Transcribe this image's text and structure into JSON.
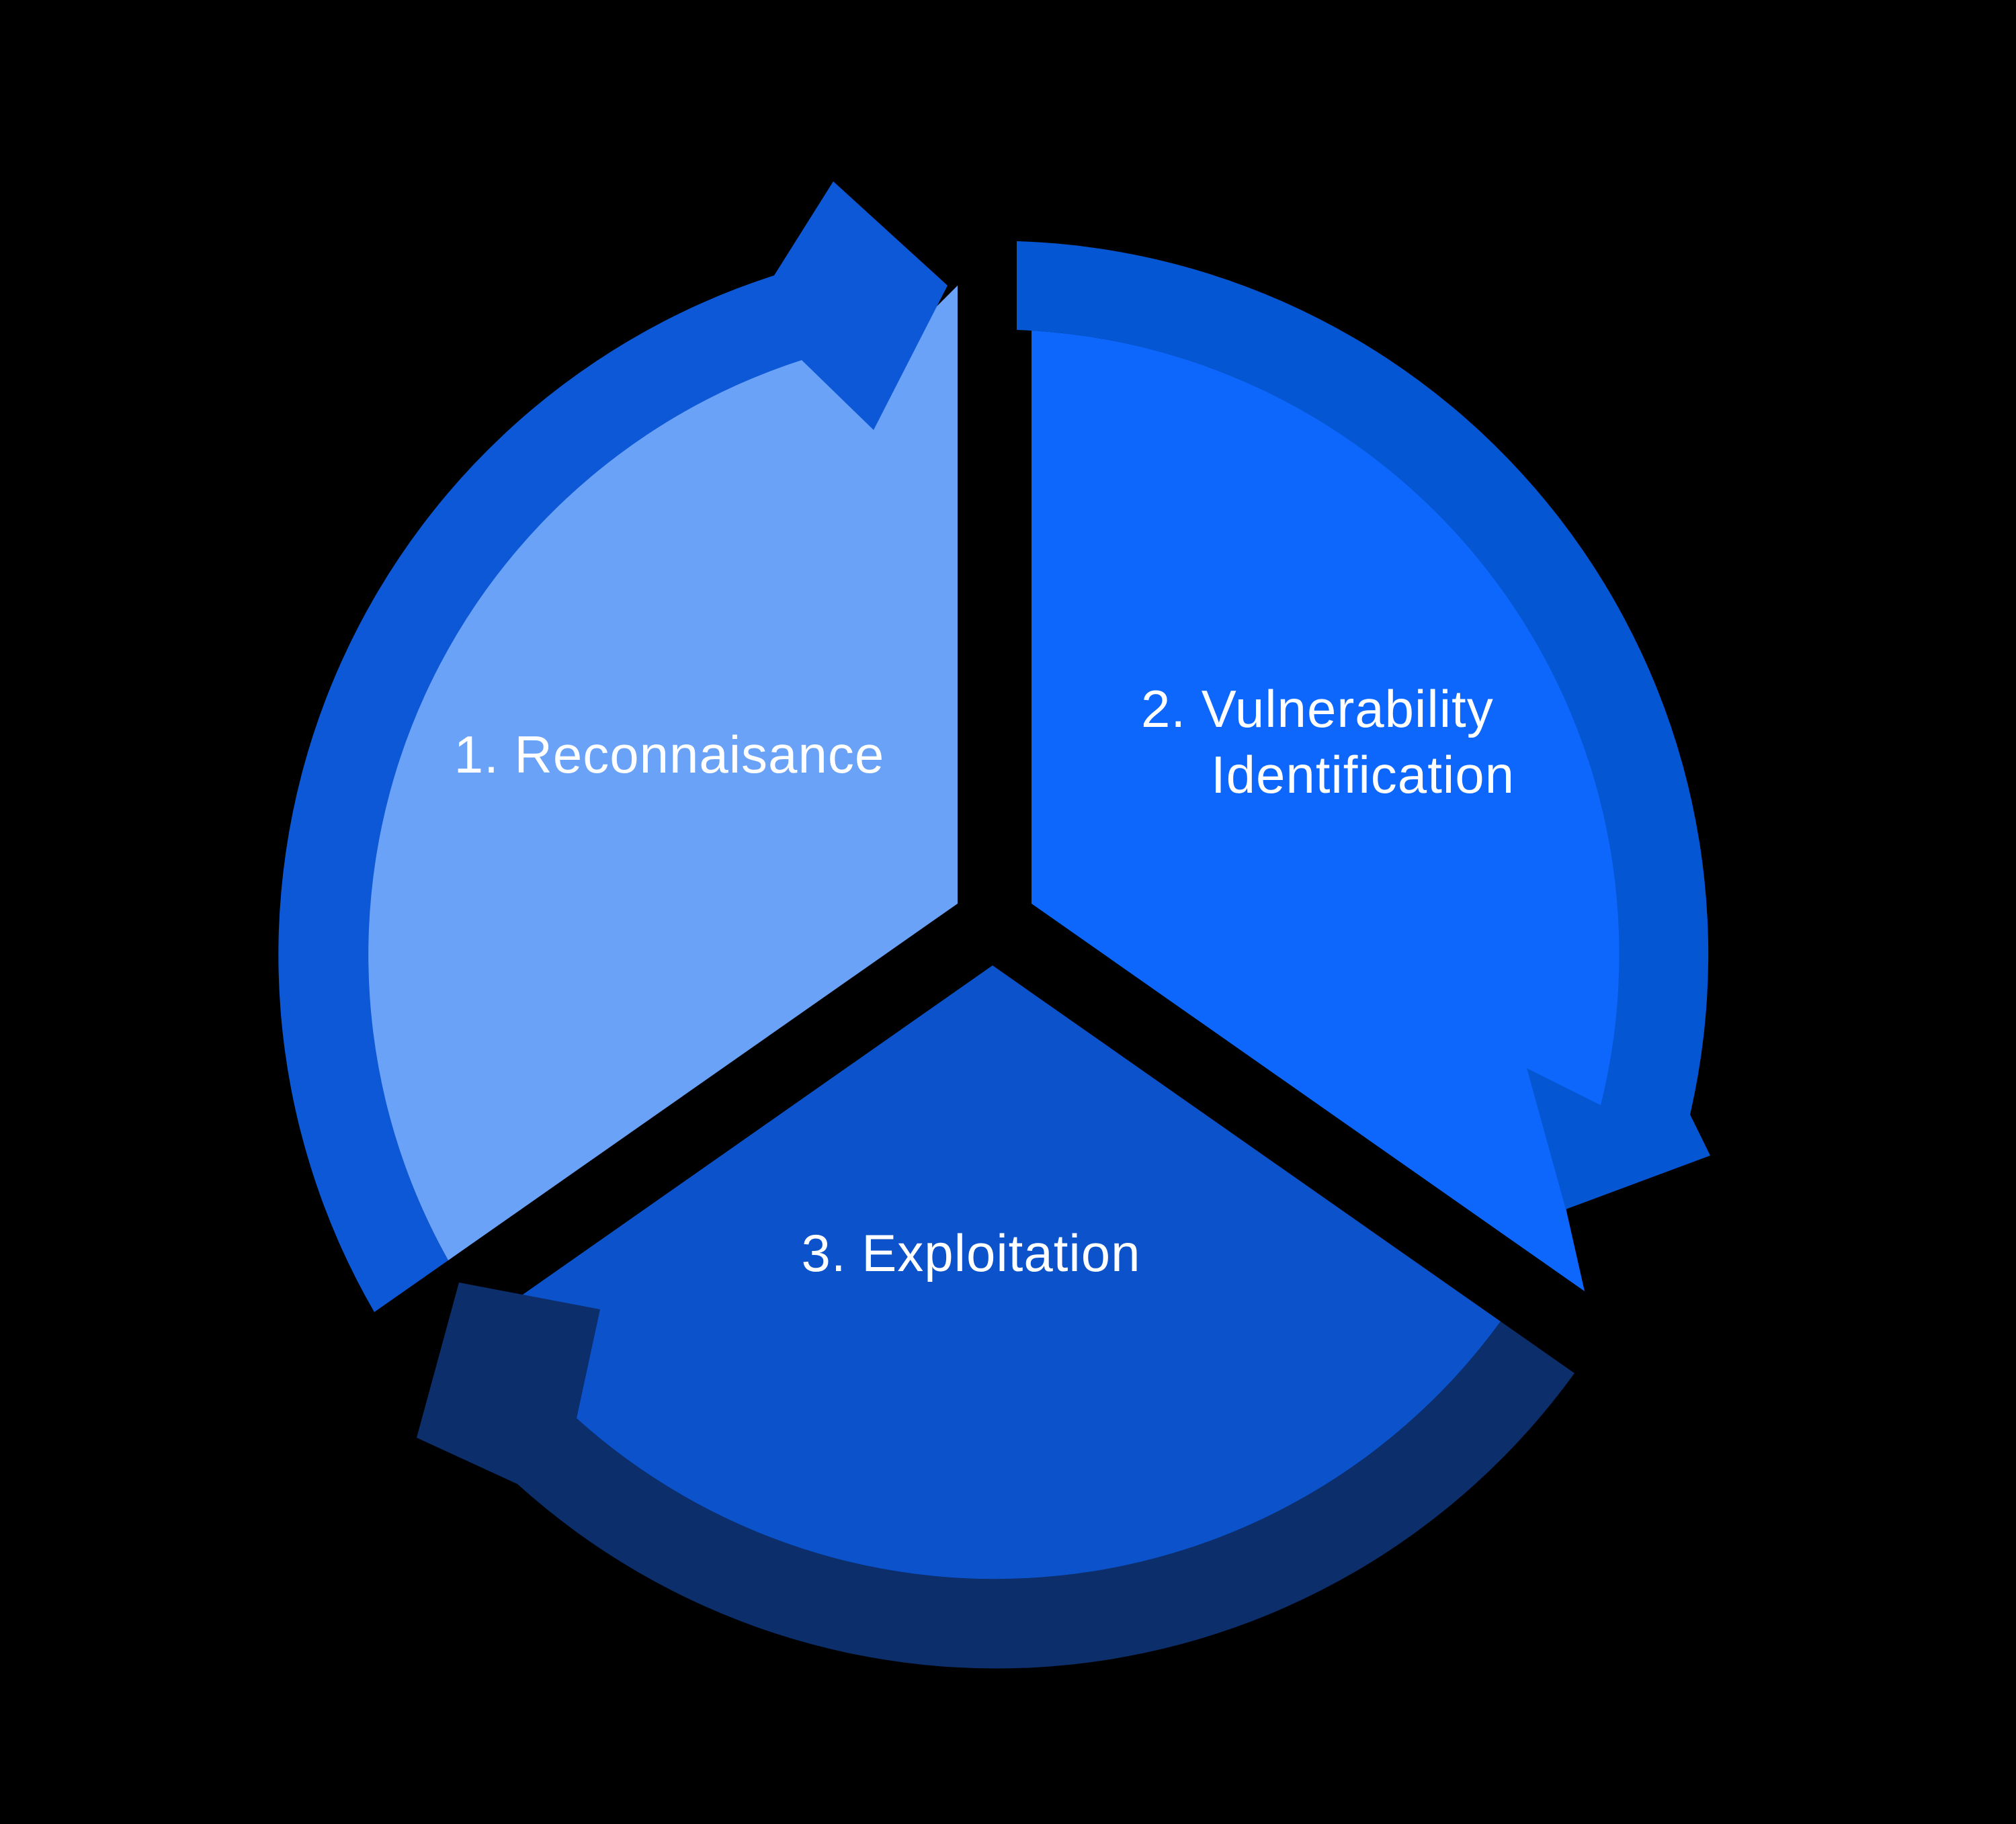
{
  "diagram": {
    "type": "cycle",
    "background_color": "#000000",
    "text_color": "#ffffff",
    "steps": [
      {
        "id": "reconnaissance",
        "label": "1. Reconnaisance",
        "fill_color": "#6aa2f7",
        "arrow_color": "#0d58d6"
      },
      {
        "id": "vulnerability-identification",
        "label": "2. Vulnerability Identification",
        "label_lines": [
          "2. Vulnerability",
          "Identification"
        ],
        "fill_color": "#0e67fc",
        "arrow_color": "#0556d2"
      },
      {
        "id": "exploitation",
        "label": "3. Exploitation",
        "fill_color": "#0b52cb",
        "arrow_color": "#0c2e6b"
      }
    ]
  }
}
